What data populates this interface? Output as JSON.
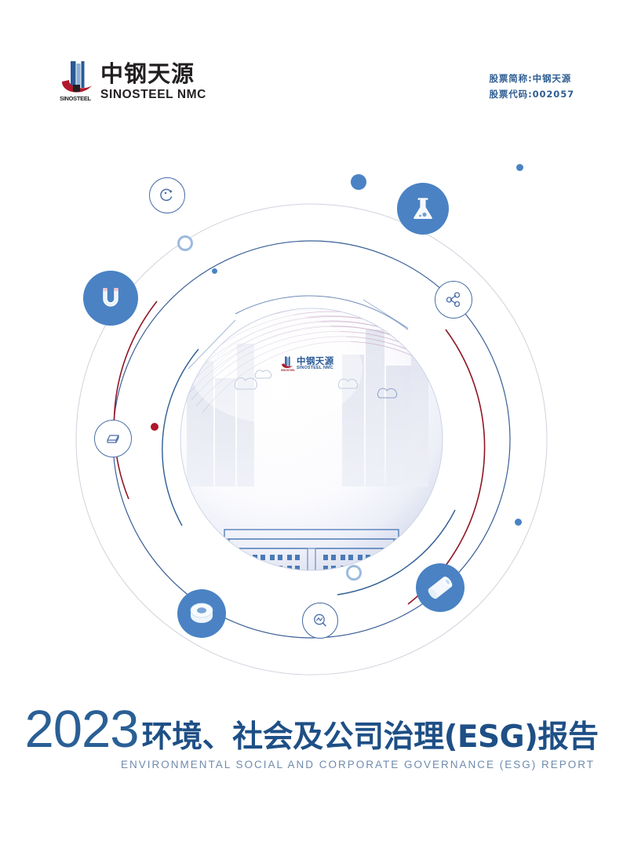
{
  "header": {
    "logo": {
      "cn_name": "中钢天源",
      "en_name": "SINOSTEEL NMC",
      "brand_mark_label": "SINOSTEEL",
      "icon": "sinosteel-logo-icon"
    },
    "stock": {
      "name_line": "股票简称:中钢天源",
      "code_line": "股票代码:002057"
    }
  },
  "hero": {
    "sphere_logo": {
      "cn_name": "中钢天源",
      "en_name": "SINOSTEEL NMC",
      "brand_mark_label": "SINOSTEEL"
    },
    "icons": [
      {
        "name": "magnet-icon",
        "style": "filled"
      },
      {
        "name": "flask-icon",
        "style": "filled"
      },
      {
        "name": "ring-magnet-icon",
        "style": "filled"
      },
      {
        "name": "cylinder-magnet-icon",
        "style": "filled"
      },
      {
        "name": "recycle-c-icon",
        "style": "outline"
      },
      {
        "name": "molecule-icon",
        "style": "outline"
      },
      {
        "name": "ingot-icon",
        "style": "outline"
      },
      {
        "name": "analysis-magnifier-icon",
        "style": "outline"
      }
    ],
    "decorations": [
      {
        "name": "blue-dot",
        "style": "solid"
      },
      {
        "name": "blue-ring-dot",
        "style": "ring"
      },
      {
        "name": "red-dot",
        "style": "solid"
      }
    ]
  },
  "title": {
    "year": "2023",
    "main": "环境、社会及公司治理(ESG)报告",
    "subtitle": "ENVIRONMENTAL SOCIAL AND CORPORATE GOVERNANCE (ESG) REPORT"
  },
  "colors": {
    "brand_blue": "#2a5f95",
    "title_blue": "#1e4f86",
    "icon_blue": "#4a82c4",
    "outline_blue": "#4a6ea8",
    "subtitle_gray": "#6f8bad",
    "accent_red": "#b0182b",
    "page_background": "#ffffff"
  }
}
